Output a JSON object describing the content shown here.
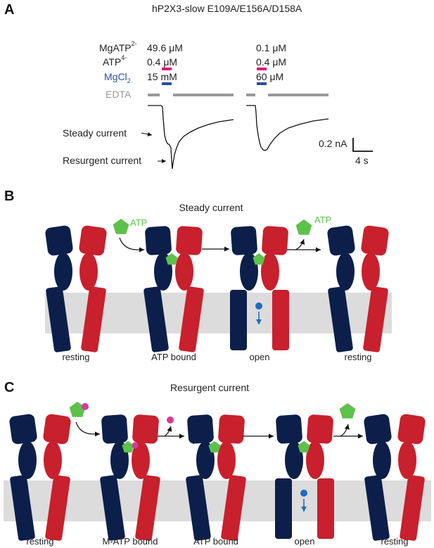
{
  "colors": {
    "navy": "#0b1f4a",
    "red": "#c8202c",
    "membrane": "#dcdcdc",
    "atp_green": "#5cc24a",
    "mg_magenta": "#d63a9a",
    "pink_bar": "#e0157a",
    "blue_bar": "#2a4f9a",
    "edta_gray": "#999999",
    "ion_blue": "#1f6bc2",
    "trace": "#111111"
  },
  "panel_a": {
    "letter": "A",
    "title": "hP2X3-slow E109A/E156A/D158A",
    "label_mgatp": "MgATP",
    "label_mgatp_sup": "2-",
    "label_atp": "ATP",
    "label_atp_sup": "4-",
    "label_mgcl": "MgCl",
    "label_mgcl_sub": "2",
    "label_edta": "EDTA",
    "col1": {
      "mgatp": "49.6 μM",
      "atp": "0.4 μM",
      "mgcl": "15 mM"
    },
    "col2": {
      "mgatp": "0.1 μM",
      "atp": "0.4 μM",
      "mgcl": "60 μM"
    },
    "steady_current": "Steady current",
    "resurgent_current": "Resurgent current",
    "scale_current": "0.2 nA",
    "scale_time": "4 s"
  },
  "panel_b": {
    "letter": "B",
    "title": "Steady current",
    "atp_label_1": "ATP",
    "atp_label_2": "ATP",
    "states": [
      "resting",
      "ATP bound",
      "open",
      "resting"
    ]
  },
  "panel_c": {
    "letter": "C",
    "title": "Resurgent current",
    "states": [
      "resting",
      "M-ATP bound",
      "ATP bound",
      "open",
      "resting"
    ]
  }
}
